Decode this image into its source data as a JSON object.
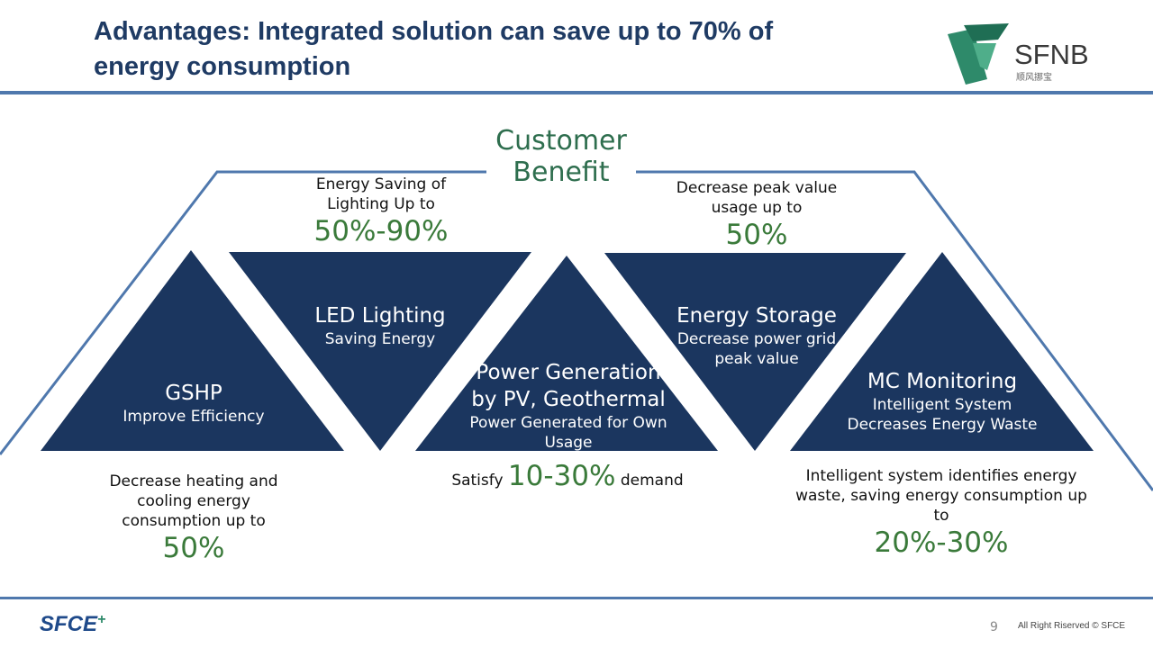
{
  "header": {
    "title_line1": "Advantages: Integrated solution can save up to 70% of",
    "title_line2": "energy consumption"
  },
  "logo": {
    "brand": "SFNB",
    "chinese": "顺风挪宝"
  },
  "customer_benefit": {
    "line1": "Customer",
    "line2": "Benefit"
  },
  "triangles": [
    {
      "title": "GSHP",
      "subtitle": "Improve Efficiency"
    },
    {
      "title": "LED Lighting",
      "subtitle": "Saving Energy"
    },
    {
      "title_line1": "Power Generation",
      "title_line2": "by PV, Geothermal",
      "subtitle": "Power Generated for Own Usage"
    },
    {
      "title": "Energy Storage",
      "subtitle": "Decrease power grid peak value"
    },
    {
      "title": "MC Monitoring",
      "subtitle": "Intelligent System Decreases Energy Waste"
    }
  ],
  "benefits": {
    "gshp": {
      "text": "Decrease heating and cooling energy consumption up to",
      "value": "50%"
    },
    "led": {
      "text": "Energy Saving of Lighting Up to",
      "value": "50%-90%"
    },
    "power": {
      "prefix": "Satisfy",
      "value": "10-30%",
      "suffix": "demand"
    },
    "storage": {
      "text": "Decrease peak value usage up to",
      "value": "50%"
    },
    "monitoring": {
      "text": "Intelligent system identifies energy waste, saving energy consumption up to",
      "value": "20%-30%"
    }
  },
  "footer": {
    "brand": "SFCE",
    "page": "9",
    "copyright": "All Right Riserved © SFCE"
  },
  "colors": {
    "navy": "#1b365f",
    "accent_green": "#3a7a3a",
    "rule_blue": "#4f78ad",
    "title_blue": "#1f3b64"
  }
}
